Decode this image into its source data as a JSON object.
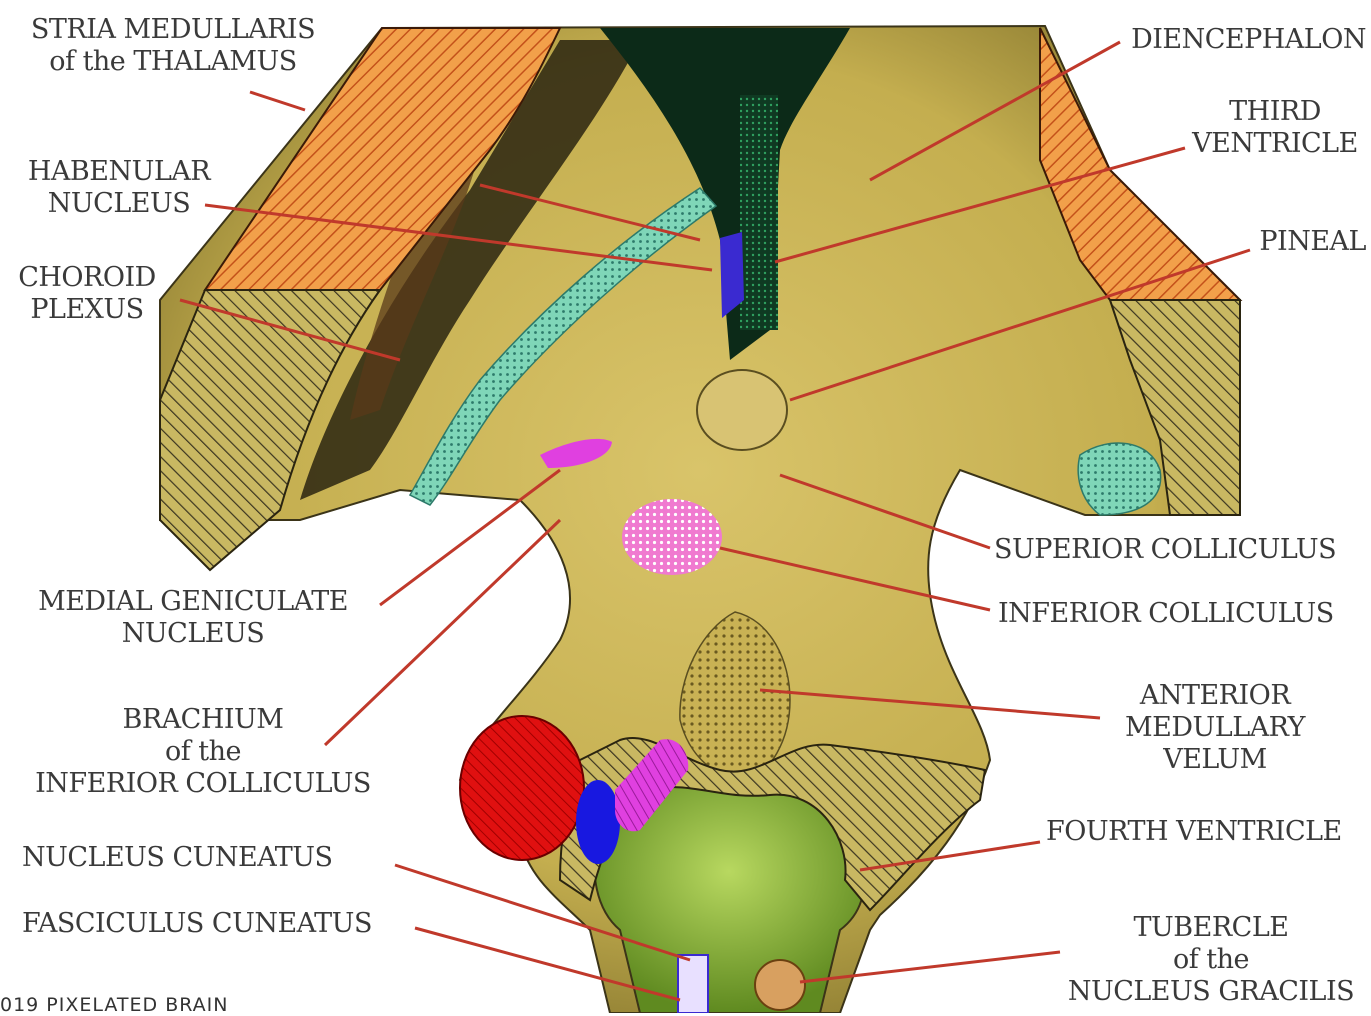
{
  "labels": {
    "stria_medullaris": [
      "STRIA MEDULLARIS",
      "of the THALAMUS"
    ],
    "habenular_nucleus": [
      "HABENULAR",
      "NUCLEUS"
    ],
    "choroid_plexus": [
      "CHOROID",
      "PLEXUS"
    ],
    "diencephalon": [
      "DIENCEPHALON"
    ],
    "third_ventricle": [
      "THIRD",
      "VENTRICLE"
    ],
    "pineal": [
      "PINEAL"
    ],
    "superior_colliculus": [
      "SUPERIOR COLLICULUS"
    ],
    "inferior_colliculus": [
      "INFERIOR COLLICULUS"
    ],
    "medial_geniculate": [
      "MEDIAL GENICULATE",
      "NUCLEUS"
    ],
    "brachium": [
      "BRACHIUM",
      "of the",
      "INFERIOR COLLICULUS"
    ],
    "anterior_medullary_velum": [
      "ANTERIOR",
      "MEDULLARY",
      "VELUM"
    ],
    "fourth_ventricle": [
      "FOURTH VENTRICLE"
    ],
    "nucleus_cuneatus": [
      "NUCLEUS CUNEATUS"
    ],
    "fasciculus_cuneatus": [
      "FASCICULUS CUNEATUS"
    ],
    "tubercle": [
      "TUBERCLE",
      "of the",
      "NUCLEUS GRACILIS"
    ]
  },
  "credit": "019 PIXELATED BRAIN",
  "colors": {
    "leader_line": "#c0392b",
    "tissue": "#c9b254",
    "cut_orange": "#f2a04a",
    "cut_olive": "#b9a84e",
    "choroid_teal": "#7fd6b8",
    "habenular_blue": "#3a2ad0",
    "medial_geniculate_magenta": "#e040e0",
    "inferior_colliculus_pink": "#f07ad0",
    "nucleus_red": "#e01010",
    "nucleus_blue": "#1818e0",
    "ventricle_green": "#8fc040",
    "third_ventricle_dark": "#0c2a18"
  }
}
